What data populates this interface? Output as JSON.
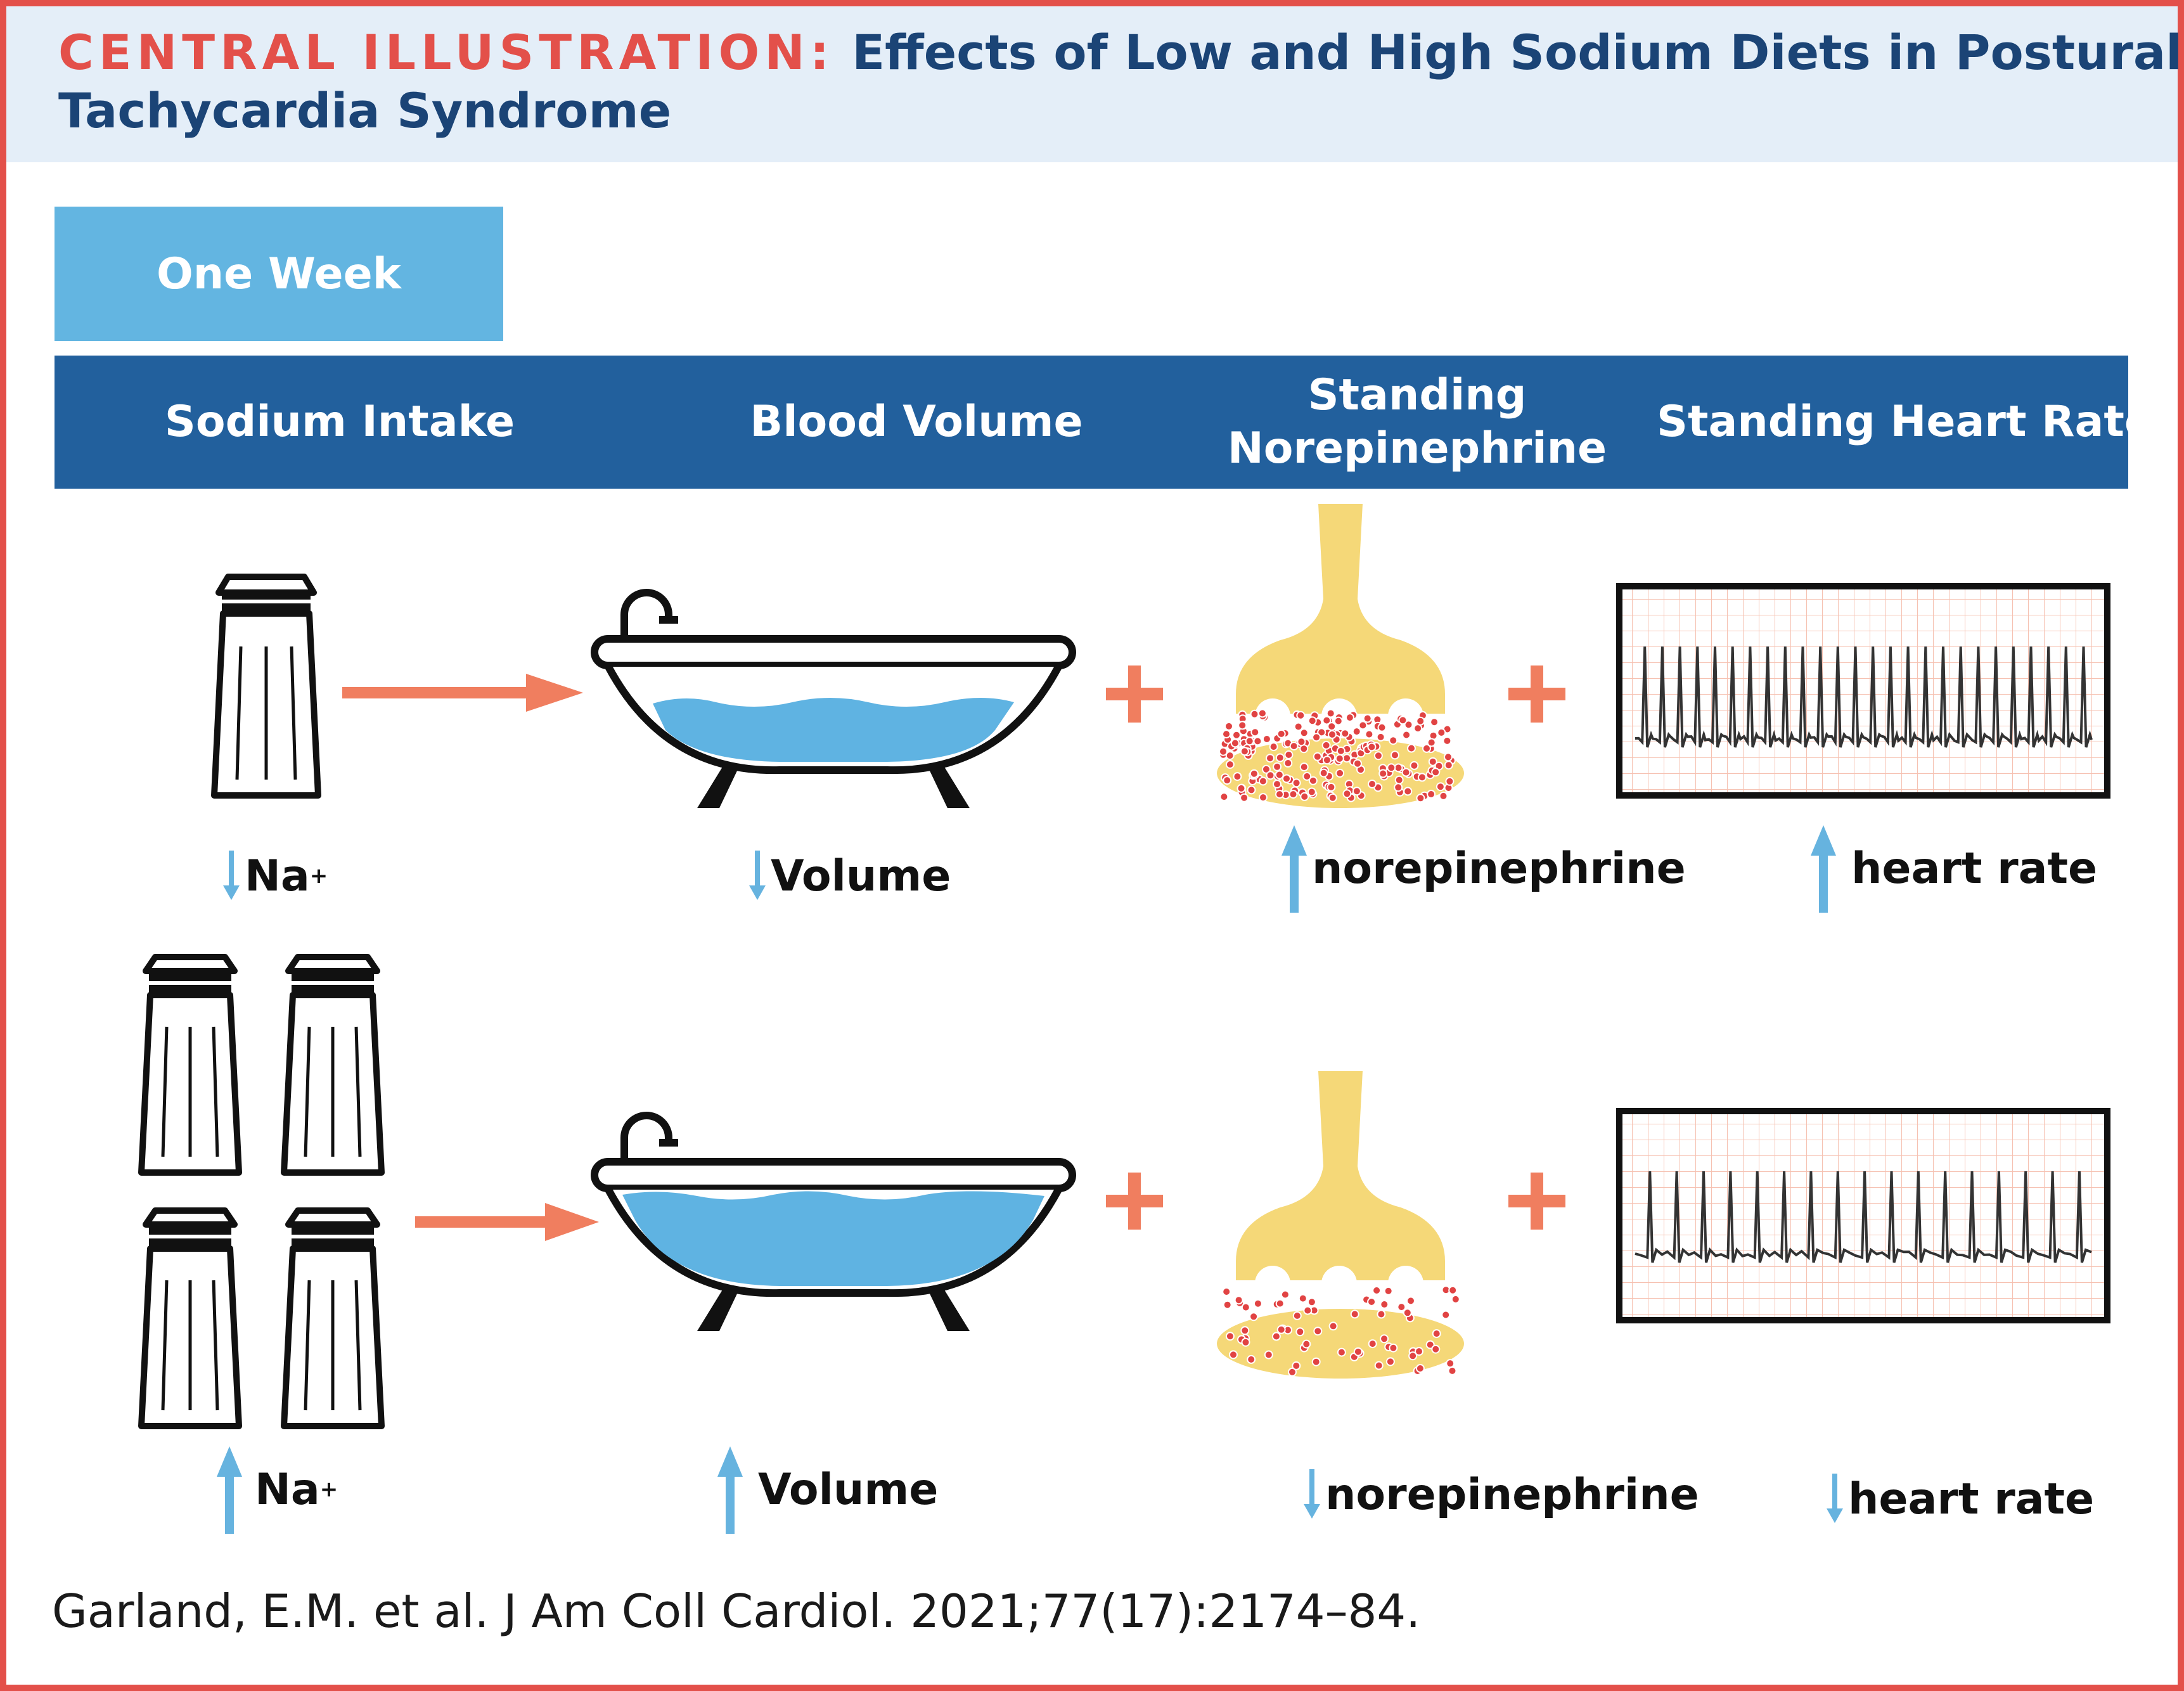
{
  "header": {
    "label": "CENTRAL ILLUSTRATION:",
    "title_line1": "Effects of Low and High Sodium Diets in Postural",
    "title_line2": "Tachycardia Syndrome"
  },
  "period_label": "One Week",
  "columns": {
    "sodium_intake": "Sodium Intake",
    "blood_volume": "Blood Volume",
    "norepinephrine_line1": "Standing",
    "norepinephrine_line2": "Norepinephrine",
    "heart_rate": "Standing Heart Rate"
  },
  "rows": {
    "low_sodium": {
      "sodium": {
        "direction": "down",
        "text": "Na",
        "superscript": "+"
      },
      "volume": {
        "direction": "down",
        "text": "Volume"
      },
      "norepinephrine": {
        "direction": "up",
        "text": "norepinephrine"
      },
      "heart_rate": {
        "direction": "up",
        "text": "heart rate"
      }
    },
    "high_sodium": {
      "sodium": {
        "direction": "up",
        "text": "Na",
        "superscript": "+"
      },
      "volume": {
        "direction": "up",
        "text": "Volume"
      },
      "norepinephrine": {
        "direction": "down",
        "text": "norepinephrine"
      },
      "heart_rate": {
        "direction": "down",
        "text": "heart rate"
      }
    }
  },
  "operators": {
    "plus": "+"
  },
  "citation": "Garland, E.M. et al. J Am Coll Cardiol. 2021;77(17):2174–84.",
  "colors": {
    "border": "#e3504a",
    "header_bg": "#e4eef8",
    "title_navy": "#1b4476",
    "label_red": "#e3504a",
    "week_box": "#63b5e1",
    "column_bar": "#22609d",
    "arrow_orange": "#f07e5f",
    "water_blue": "#5fb3e2",
    "neuron_yellow": "#f5d878",
    "granule_red": "#e14343",
    "ecg_grid": "#f6c1b1",
    "indicator_blue": "#66b3df"
  }
}
